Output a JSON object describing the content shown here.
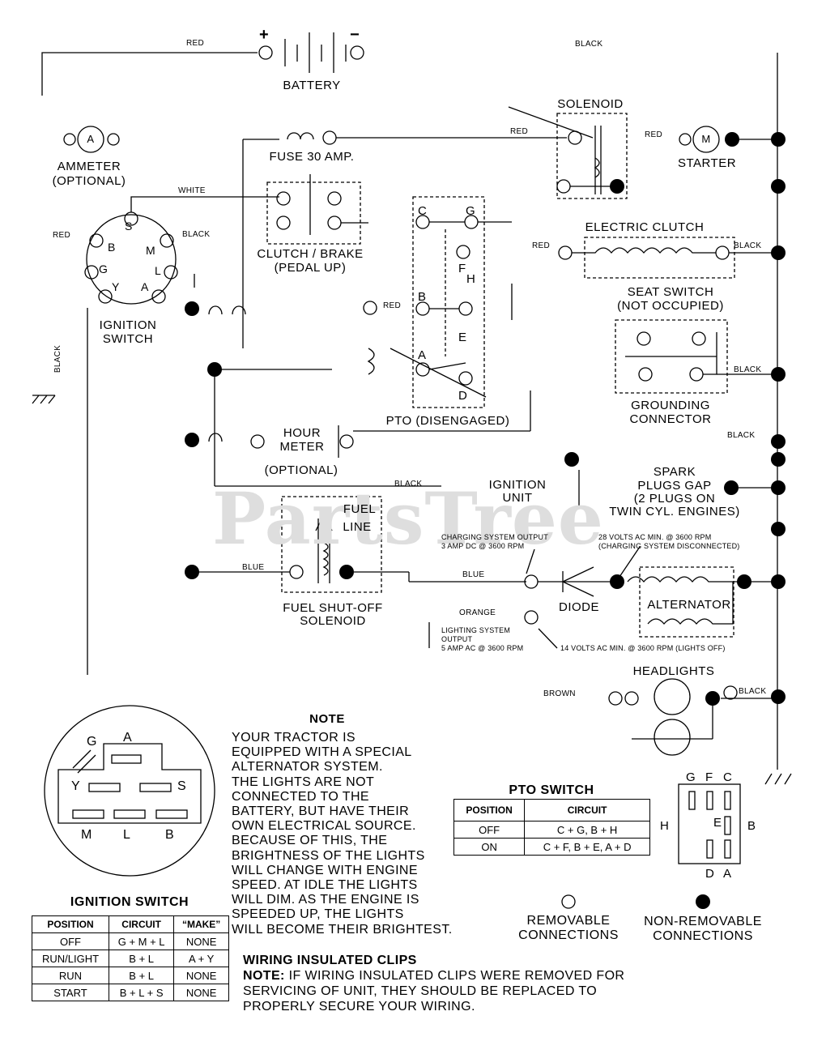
{
  "battery": {
    "label": "BATTERY",
    "plus": "+",
    "minus": "−"
  },
  "ammeter": {
    "symbol": "A",
    "label": "AMMETER",
    "sublabel": "(OPTIONAL)"
  },
  "wires": {
    "red_top": "RED",
    "black_top": "BLACK",
    "white": "WHITE",
    "red_left": "RED",
    "black_ign": "BLACK",
    "black_vert": "BLACK",
    "red_pto": "RED",
    "red_solenoid": "RED",
    "red_starter": "RED",
    "red_clutch": "RED",
    "black_clutch": "BLACK",
    "black_seat": "BLACK",
    "black_bus": "BLACK",
    "black_hour": "BLACK",
    "blue_fuel": "BLUE",
    "blue_diode": "BLUE",
    "orange": "ORANGE",
    "brown": "BROWN",
    "black_headlights": "BLACK"
  },
  "fuse": {
    "label": "FUSE 30 AMP."
  },
  "solenoid": {
    "label": "SOLENOID"
  },
  "starter": {
    "symbol": "M",
    "label": "STARTER"
  },
  "ignition_switch": {
    "label1": "IGNITION",
    "label2": "SWITCH",
    "terminals": {
      "S": "S",
      "B": "B",
      "M": "M",
      "G": "G",
      "L": "L",
      "Y": "Y",
      "A": "A"
    }
  },
  "clutch_brake": {
    "label1": "CLUTCH / BRAKE",
    "label2": "(PEDAL UP)"
  },
  "pto": {
    "label": "PTO (DISENGAGED)",
    "terminals": {
      "C": "C",
      "G": "G",
      "F": "F",
      "H": "H",
      "B": "B",
      "E": "E",
      "A": "A",
      "D": "D"
    }
  },
  "electric_clutch": {
    "label": "ELECTRIC CLUTCH"
  },
  "seat_switch": {
    "label1": "SEAT SWITCH",
    "label2": "(NOT OCCUPIED)",
    "ground1": "GROUNDING",
    "ground2": "CONNECTOR"
  },
  "hour_meter": {
    "label1": "HOUR",
    "label2": "METER",
    "label3": "(OPTIONAL)"
  },
  "ignition_unit": {
    "label1": "IGNITION",
    "label2": "UNIT"
  },
  "spark_plugs": {
    "label1": "SPARK",
    "label2": "PLUGS GAP",
    "label3": "(2 PLUGS ON",
    "label4": "TWIN CYL. ENGINES)"
  },
  "fuel": {
    "line1": "FUEL",
    "line2": "LINE",
    "sol1": "FUEL SHUT-OFF",
    "sol2": "SOLENOID"
  },
  "charging": {
    "out1": "CHARGING SYSTEM OUTPUT",
    "out2": "3 AMP DC @ 3600 RPM",
    "volts1": "28 VOLTS AC MIN. @ 3600 RPM",
    "volts2": "(CHARGING SYSTEM DISCONNECTED)"
  },
  "diode": {
    "label": "DIODE"
  },
  "alternator": {
    "label": "ALTERNATOR"
  },
  "lighting": {
    "out1": "LIGHTING SYSTEM",
    "out2": "OUTPUT",
    "out3": "5 AMP AC @ 3600 RPM",
    "volts": "14 VOLTS AC MIN. @ 3600 RPM (LIGHTS OFF)"
  },
  "headlights": {
    "label": "HEADLIGHTS"
  },
  "watermark": "PartsTree",
  "note": {
    "title": "NOTE",
    "lines": [
      "YOUR TRACTOR IS",
      "EQUIPPED WITH A SPECIAL",
      "ALTERNATOR SYSTEM.",
      "THE LIGHTS ARE NOT",
      "CONNECTED TO THE",
      "BATTERY, BUT HAVE THEIR",
      "OWN ELECTRICAL SOURCE.",
      "BECAUSE OF THIS, THE",
      "BRIGHTNESS OF THE LIGHTS",
      "WILL CHANGE WITH ENGINE",
      "SPEED.  AT IDLE THE LIGHTS",
      "WILL DIM.  AS THE ENGINE IS",
      "SPEEDED UP, THE LIGHTS",
      "WILL BECOME THEIR BRIGHTEST."
    ]
  },
  "ignition_detail": {
    "A": "A",
    "G": "G",
    "Y": "Y",
    "S": "S",
    "M": "M",
    "L": "L",
    "B": "B"
  },
  "ignition_table": {
    "title": "IGNITION SWITCH",
    "headers": [
      "POSITION",
      "CIRCUIT",
      "“MAKE”"
    ],
    "rows": [
      [
        "OFF",
        "G + M + L",
        "NONE"
      ],
      [
        "RUN/LIGHT",
        "B + L",
        "A + Y"
      ],
      [
        "RUN",
        "B + L",
        "NONE"
      ],
      [
        "START",
        "B + L + S",
        "NONE"
      ]
    ]
  },
  "pto_table": {
    "title": "PTO SWITCH",
    "headers": [
      "POSITION",
      "CIRCUIT"
    ],
    "rows": [
      [
        "OFF",
        "C + G, B + H"
      ],
      [
        "ON",
        "C + F, B + E, A + D"
      ]
    ]
  },
  "pto_detail": {
    "G": "G",
    "F": "F",
    "C": "C",
    "H": "H",
    "E": "E",
    "B": "B",
    "D": "D",
    "A": "A"
  },
  "legend": {
    "removable1": "REMOVABLE",
    "removable2": "CONNECTIONS",
    "nonremovable1": "NON-REMOVABLE",
    "nonremovable2": "CONNECTIONS"
  },
  "clips": {
    "title": "WIRING INSULATED CLIPS",
    "note_label": "NOTE:",
    "line1": " IF WIRING INSULATED CLIPS WERE REMOVED FOR",
    "line2": "SERVICING OF UNIT, THEY SHOULD BE REPLACED TO",
    "line3": "PROPERLY SECURE YOUR WIRING."
  }
}
